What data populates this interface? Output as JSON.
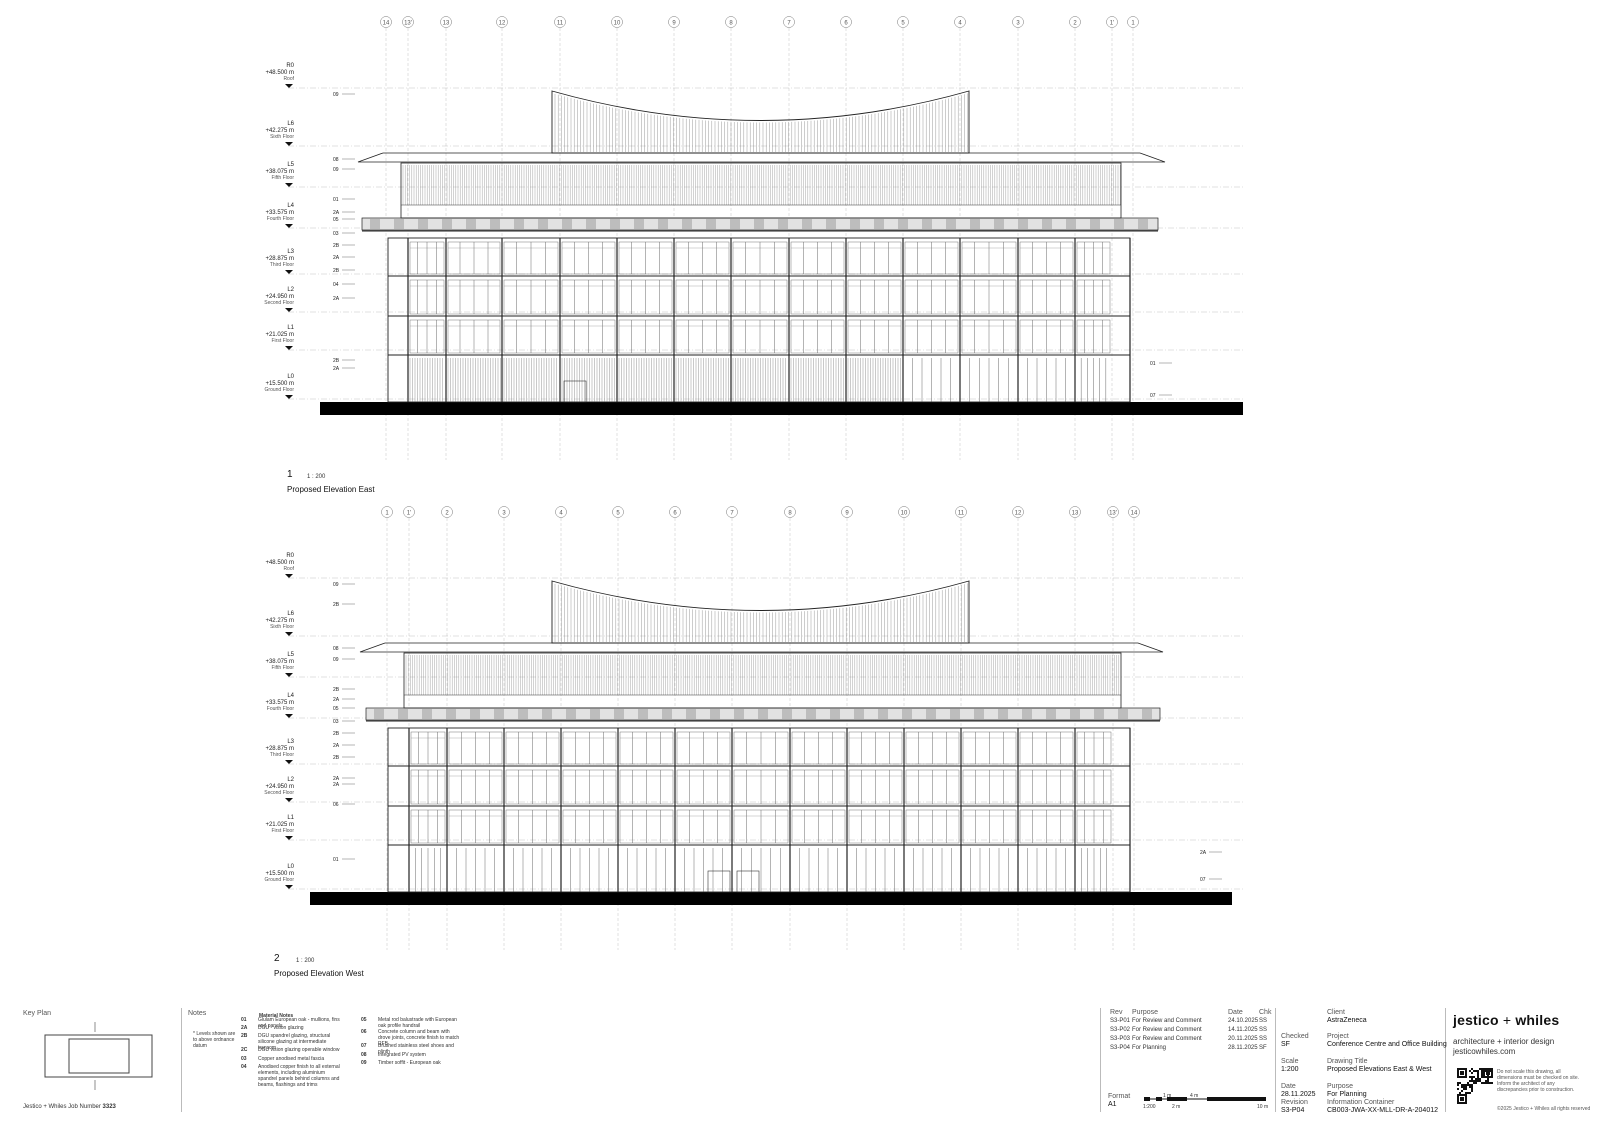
{
  "drawings": [
    {
      "number": "1",
      "scale": "1 : 200",
      "title": "Proposed Elevation East",
      "grid": [
        "14",
        "13'",
        "13",
        "12",
        "11",
        "10",
        "9",
        "8",
        "7",
        "6",
        "5",
        "4",
        "3",
        "2",
        "1'",
        "1"
      ],
      "levels": [
        {
          "code": "R0",
          "height": "+48.500 m",
          "name": "Roof"
        },
        {
          "code": "L6",
          "height": "+42.275 m",
          "name": "Sixth Floor"
        },
        {
          "code": "L5",
          "height": "+38.075 m",
          "name": "Fifth Floor"
        },
        {
          "code": "L4",
          "height": "+33.575 m",
          "name": "Fourth Floor"
        },
        {
          "code": "L3",
          "height": "+28.875 m",
          "name": "Third Floor"
        },
        {
          "code": "L2",
          "height": "+24.950 m",
          "name": "Second Floor"
        },
        {
          "code": "L1",
          "height": "+21.025 m",
          "name": "First Floor"
        },
        {
          "code": "L0",
          "height": "+15.500 m",
          "name": "Ground Floor"
        }
      ],
      "tags": [
        "09",
        "08",
        "09",
        "01",
        "2A",
        "05",
        "03",
        "2B",
        "2A",
        "2B",
        "04",
        "2A",
        "2B",
        "2A",
        "01",
        "07"
      ]
    },
    {
      "number": "2",
      "scale": "1 : 200",
      "title": "Proposed Elevation West",
      "grid": [
        "1",
        "1'",
        "2",
        "3",
        "4",
        "5",
        "6",
        "7",
        "8",
        "9",
        "10",
        "11",
        "12",
        "13",
        "13'",
        "14"
      ],
      "levels": [
        {
          "code": "R0",
          "height": "+48.500 m",
          "name": "Roof"
        },
        {
          "code": "L6",
          "height": "+42.275 m",
          "name": "Sixth Floor"
        },
        {
          "code": "L5",
          "height": "+38.075 m",
          "name": "Fifth Floor"
        },
        {
          "code": "L4",
          "height": "+33.575 m",
          "name": "Fourth Floor"
        },
        {
          "code": "L3",
          "height": "+28.875 m",
          "name": "Third Floor"
        },
        {
          "code": "L2",
          "height": "+24.950 m",
          "name": "Second Floor"
        },
        {
          "code": "L1",
          "height": "+21.025 m",
          "name": "First Floor"
        },
        {
          "code": "L0",
          "height": "+15.500 m",
          "name": "Ground Floor"
        }
      ],
      "tags": [
        "09",
        "2B",
        "08",
        "09",
        "2B",
        "2A",
        "05",
        "03",
        "2B",
        "2A",
        "2B",
        "2A",
        "2A",
        "06",
        "01",
        "2A",
        "07"
      ]
    }
  ],
  "keyplan": {
    "label": "Key Plan",
    "job": "Jestico + Whiles Job Number",
    "job_number": "3323"
  },
  "notes": {
    "label": "Notes",
    "general": "* Levels shown are to above ordnance datum",
    "material_heading": "Material Notes",
    "materials": [
      {
        "code": "01",
        "text": "Glulam European oak - mullions, fins and panels"
      },
      {
        "code": "2A",
        "text": "DGU - vision glazing"
      },
      {
        "code": "2B",
        "text": "DGU spandrel glazing, structural silicone glazing at intermediate transom"
      },
      {
        "code": "2C",
        "text": "DGU vision glazing operable window"
      },
      {
        "code": "03",
        "text": "Copper anodised metal fascia"
      },
      {
        "code": "04",
        "text": "Anodised copper finish to all external elements, including aluminium spandrel panels behind columns and beams, flashings and trims"
      },
      {
        "code": "05",
        "text": "Metal rod balustrade with European oak profile handrail"
      },
      {
        "code": "06",
        "text": "Concrete column and beam with drove joints, concrete finish to match RFB"
      },
      {
        "code": "07",
        "text": "Brushed stainless steel shoes and plinth"
      },
      {
        "code": "08",
        "text": "Integrated PV system"
      },
      {
        "code": "09",
        "text": "Timber soffit - European oak"
      }
    ]
  },
  "revisions": {
    "headers": {
      "rev": "Rev",
      "purpose": "Purpose",
      "date": "Date",
      "chk": "Chk"
    },
    "rows": [
      {
        "rev": "S3-P01",
        "purpose": "For Review and Comment",
        "date": "24.10.2025",
        "chk": "SS"
      },
      {
        "rev": "S3-P02",
        "purpose": "For Review and Comment",
        "date": "14.11.2025",
        "chk": "SS"
      },
      {
        "rev": "S3-P03",
        "purpose": "For Review and Comment",
        "date": "20.11.2025",
        "chk": "SS"
      },
      {
        "rev": "S3-P04",
        "purpose": "For Planning",
        "date": "28.11.2025",
        "chk": "SF"
      }
    ]
  },
  "format": {
    "label": "Format",
    "value": "A1"
  },
  "scalebar": {
    "t1": "1 m",
    "t2": "4 m",
    "b1": "1:200",
    "b2": "2 m",
    "b3": "10 m"
  },
  "checked": {
    "label": "Checked",
    "value": "SF"
  },
  "scale": {
    "label": "Scale",
    "value": "1:200"
  },
  "date": {
    "label": "Date",
    "value": "28.11.2025"
  },
  "revision": {
    "label": "Revision",
    "value": "S3-P04"
  },
  "client": {
    "label": "Client",
    "value": "AstraZeneca"
  },
  "project": {
    "label": "Project",
    "value": "Conference Centre and Office Building"
  },
  "drawing_title": {
    "label": "Drawing Title",
    "value": "Proposed Elevations East & West"
  },
  "purpose": {
    "label": "Purpose",
    "value": "For Planning"
  },
  "container": {
    "label": "Information Container",
    "value": "CB003-JWA-XX-MLL-DR-A-204012"
  },
  "brand": {
    "name_a": "jestico",
    "plus": " + ",
    "name_b": "whiles",
    "tagline": "architecture + interior design",
    "url": "jesticowhiles.com"
  },
  "disclaimer": "Do not scale this drawing, all dimensions must be checked on site. Inform the architect of any discrepancies prior to construction.",
  "copyright": "©2025 Jestico + Whiles all rights reserved"
}
